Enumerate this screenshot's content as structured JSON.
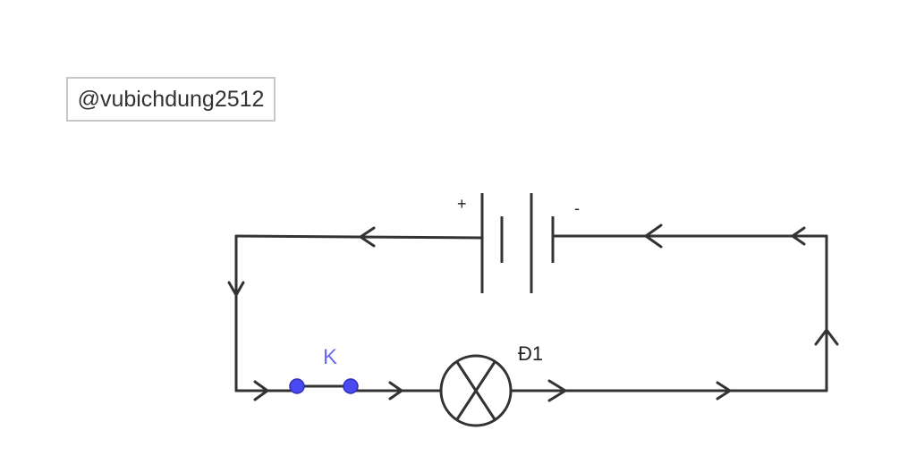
{
  "watermark": "@vubichdung2512",
  "labels": {
    "plus": "+",
    "minus": "-",
    "switch": "K",
    "lamp": "Đ1"
  },
  "colors": {
    "wire": "#333333",
    "switch_terminal": "#4a4af0",
    "switch_label": "#6b6bf0"
  }
}
